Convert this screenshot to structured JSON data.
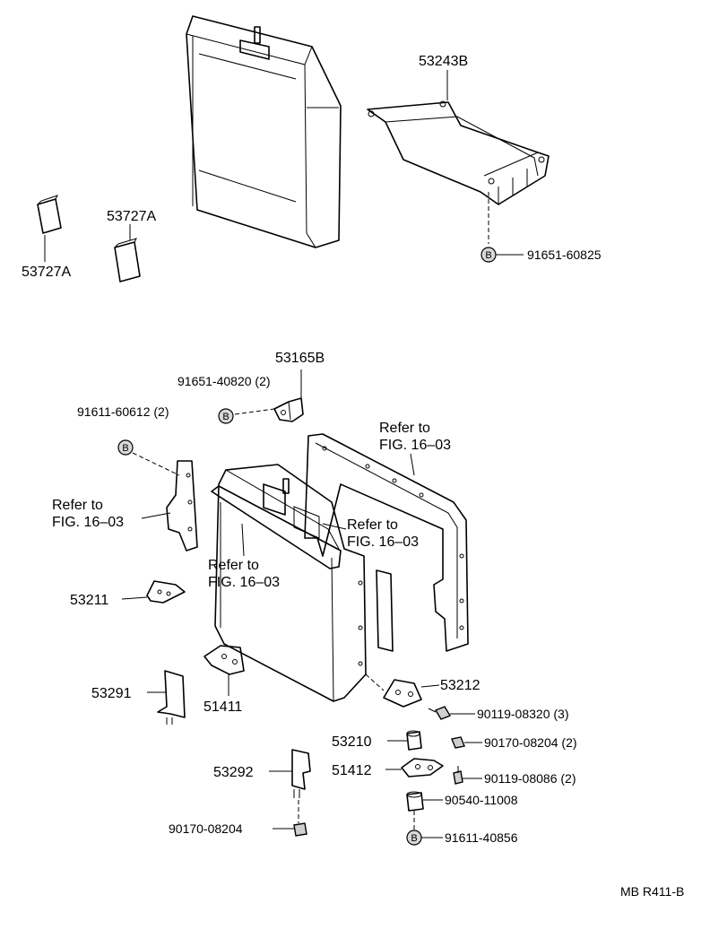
{
  "labels": {
    "p53243B": "53243B",
    "p91651_60825": "91651-60825",
    "p53727A_top": "53727A",
    "p53727A_left": "53727A",
    "p53165B": "53165B",
    "p91651_40820": "91651-40820 (2)",
    "p91611_60612": "91611-60612 (2)",
    "ref_top_1": "Refer to",
    "ref_top_2": "FIG. 16–03",
    "ref_left_1": "Refer to",
    "ref_left_2": "FIG. 16–03",
    "ref_mid_1": "Refer to",
    "ref_mid_2": "FIG. 16–03",
    "ref_center_1": "Refer to",
    "ref_center_2": "FIG. 16–03",
    "p53211": "53211",
    "p53291": "53291",
    "p51411": "51411",
    "p53212": "53212",
    "p90119_08320": "90119-08320 (3)",
    "p53210": "53210",
    "p90170_08204_r": "90170-08204 (2)",
    "p51412": "51412",
    "p90119_08086": "90119-08086 (2)",
    "p53292": "53292",
    "p90540_11008": "90540-11008",
    "p90170_08204_l": "90170-08204",
    "p91611_40856": "91611-40856",
    "footer": "MB R411-B"
  },
  "markers": {
    "b": "B"
  }
}
